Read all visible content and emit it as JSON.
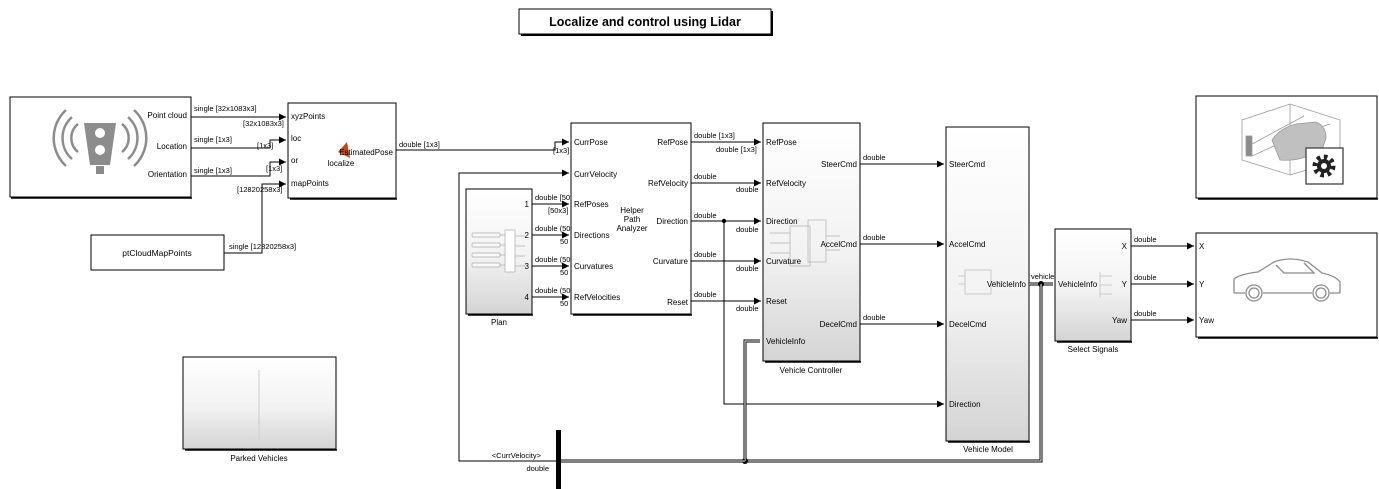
{
  "title": "Localize and control using Lidar",
  "blocks": {
    "lidar_sensor": {
      "outputs": [
        "Point cloud",
        "Location",
        "Orientation"
      ]
    },
    "localize": {
      "name": "localize",
      "inputs": [
        "xyzPoints",
        "loc",
        "or",
        "mapPoints"
      ],
      "output": "EstimatedPose"
    },
    "map_points": {
      "name": "ptCloudMapPoints"
    },
    "plan": {
      "name": "Plan",
      "ports": [
        "1",
        "2",
        "3",
        "4"
      ]
    },
    "path_analyzer": {
      "name_lines": [
        "Helper",
        "Path",
        "Analyzer"
      ],
      "inputs": [
        "CurrPose",
        "CurrVelocity",
        "RefPoses",
        "Directions",
        "Curvatures",
        "RefVelocities"
      ],
      "outputs": [
        "RefPose",
        "RefVelocity",
        "Direction",
        "Curvature",
        "Reset"
      ]
    },
    "vehicle_controller": {
      "name": "Vehicle Controller",
      "inputs": [
        "RefPose",
        "RefVelocity",
        "Direction",
        "Curvature",
        "Reset",
        "VehicleInfo"
      ],
      "outputs": [
        "SteerCmd",
        "AccelCmd",
        "DecelCmd"
      ]
    },
    "vehicle_model": {
      "name": "Vehicle Model",
      "inputs": [
        "SteerCmd",
        "AccelCmd",
        "DecelCmd",
        "Direction"
      ],
      "output": "VehicleInfo"
    },
    "select_signals": {
      "name": "Select Signals",
      "input": "VehicleInfo",
      "outputs": [
        "X",
        "Y",
        "Yaw"
      ]
    },
    "vehicle_display": {
      "inputs": [
        "X",
        "Y",
        "Yaw"
      ]
    },
    "parked_vehicles": {
      "name": "Parked Vehicles"
    },
    "bus_selector": {
      "signal": "<CurrVelocity>",
      "type": "double"
    }
  },
  "signal_labels": {
    "point_cloud": "single [32x1083x3]",
    "point_cloud_dim": "[32x1083x3]",
    "location": "single [1x3]",
    "location_dim": "[1x3]",
    "orientation": "single [1x3]",
    "orientation_dim": "[1x3]",
    "map": "single [12820258x3]",
    "map_dim": "[12820258x3]",
    "pose": "double [1x3]",
    "pose_dim": "[1x3]",
    "refposes": "double [50",
    "refposes_dim": "[50x3]",
    "plan_double": "double (50",
    "plan_dim": "50",
    "refpose_out": "double [1x3]",
    "refpose_out_dim": "double [1x3]",
    "double": "double",
    "vehicle": "vehicle"
  },
  "colors": {
    "block_stroke": "#000000",
    "gradient_bottom": "#d4d4d4",
    "icon_gray": "#8c8c8c"
  }
}
